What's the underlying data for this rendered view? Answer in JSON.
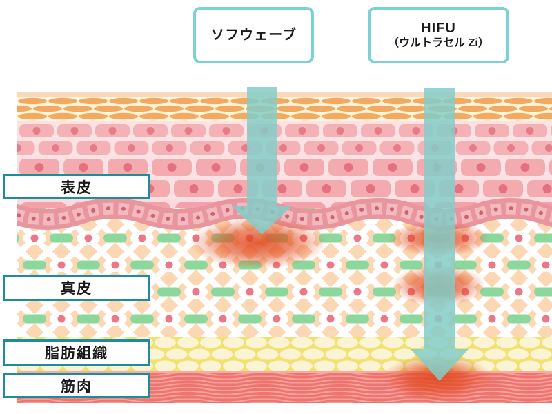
{
  "treatments": [
    {
      "id": "sofwave",
      "label": "ソフウェーブ"
    },
    {
      "id": "hifu",
      "label": "HIFU",
      "sublabel": "（ウルトラセル Zi）"
    }
  ],
  "layers": [
    {
      "id": "epidermis",
      "label": "表皮"
    },
    {
      "id": "dermis",
      "label": "真皮"
    },
    {
      "id": "fat",
      "label": "脂肪組織"
    },
    {
      "id": "muscle",
      "label": "筋肉"
    }
  ],
  "colors": {
    "arrow": "#84ccc8",
    "heat_core": "#e04a1e",
    "treat_box_border": "#7bd2d6",
    "layer_label_border": "#1f8c9c",
    "skin_top_band": "#f9d9bb",
    "corneum_bg": "#fdf4da",
    "corneum_cell": "#f2aa62",
    "epidermis_bg": "#fbe3e5",
    "epidermis_cell": "#f5b2b6",
    "epidermis_nucleus": "#e67c88",
    "basal_ribbon": "#e8959e",
    "basal_cell": "#f2babe",
    "basal_nucleus": "#d2606e",
    "dermis_bg": "#fbd8b3",
    "dermis_fiber": "#ffffff",
    "dermis_collagen_dash": "#8cd79b",
    "dermis_cell_nucleus": "#ed7788",
    "fat_bg": "#f0e170",
    "fat_cell": "#fbf4d4",
    "muscle_bg": "#ee7470",
    "muscle_stria": "#f6a29b"
  }
}
